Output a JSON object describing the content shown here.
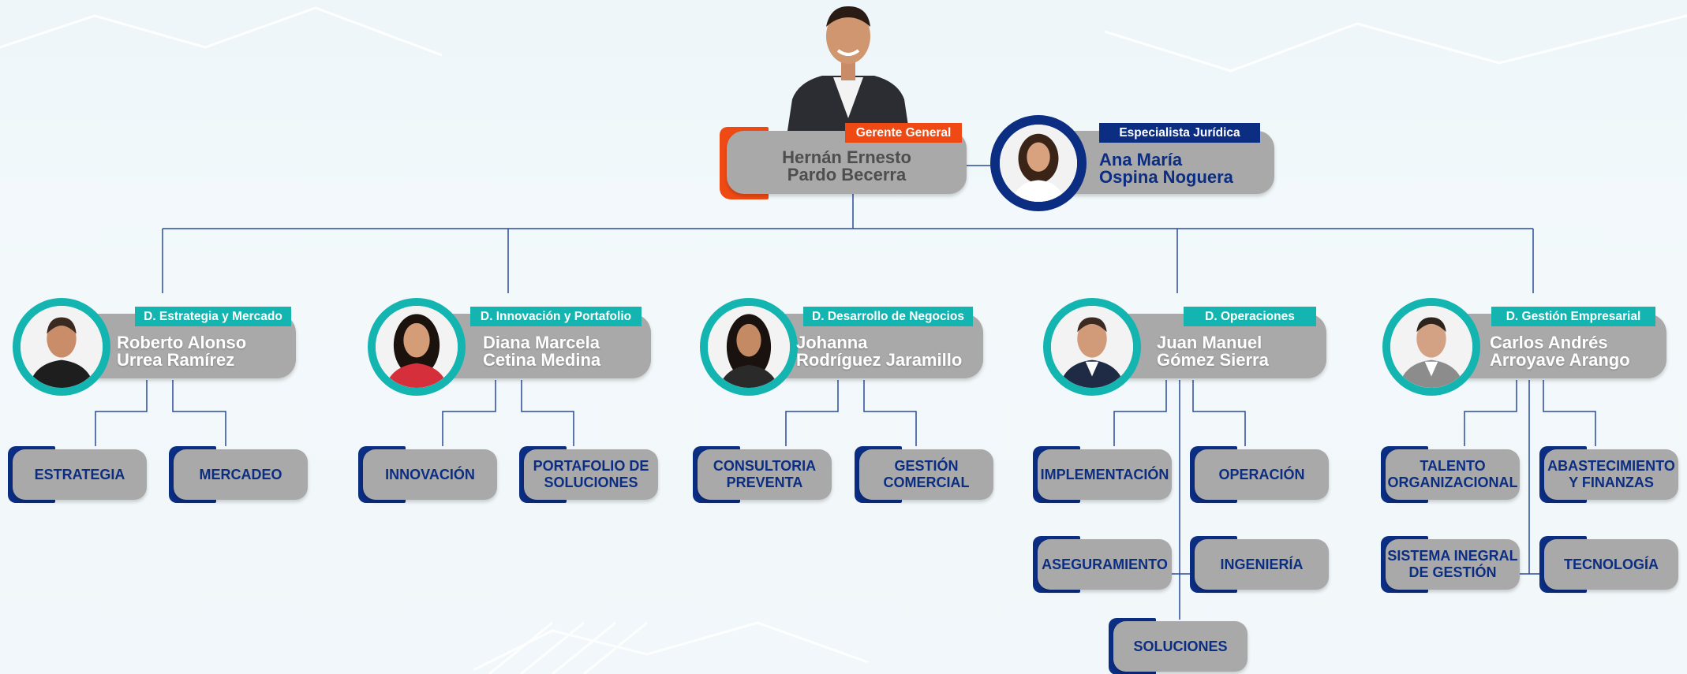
{
  "colors": {
    "navy": "#0b2d82",
    "teal": "#14b5b1",
    "orange": "#f04a14",
    "pill": "#a9a9a9",
    "background": "#f1f7fa"
  },
  "top": {
    "gm": {
      "role": "Gerente General",
      "name_l1": "Hernán Ernesto",
      "name_l2": "Pardo Becerra"
    },
    "legal": {
      "role": "Especialista Jurídica",
      "name_l1": "Ana María",
      "name_l2": "Ospina Noguera"
    }
  },
  "directors": [
    {
      "role": "D. Estrategia y Mercado",
      "name_l1": "Roberto Alonso",
      "name_l2": "Urrea Ramírez"
    },
    {
      "role": "D. Innovación y Portafolio",
      "name_l1": "Diana Marcela",
      "name_l2": "Cetina Medina"
    },
    {
      "role": "D. Desarrollo de Negocios",
      "name_l1": "Johanna",
      "name_l2": "Rodríguez Jaramillo"
    },
    {
      "role": "D. Operaciones",
      "name_l1": "Juan Manuel",
      "name_l2": "Gómez Sierra"
    },
    {
      "role": "D. Gestión Empresarial",
      "name_l1": "Carlos Andrés",
      "name_l2": "Arroyave Arango"
    }
  ],
  "units": {
    "estrategia": {
      "l1": "ESTRATEGIA",
      "l2": ""
    },
    "mercadeo": {
      "l1": "MERCADEO",
      "l2": ""
    },
    "innovacion": {
      "l1": "INNOVACIÓN",
      "l2": ""
    },
    "portafolio": {
      "l1": "PORTAFOLIO DE",
      "l2": "SOLUCIONES"
    },
    "consultoria": {
      "l1": "CONSULTORIA",
      "l2": "PREVENTA"
    },
    "gestion_comercial": {
      "l1": "GESTIÓN",
      "l2": "COMERCIAL"
    },
    "implementacion": {
      "l1": "IMPLEMENTACIÓN",
      "l2": ""
    },
    "operacion": {
      "l1": "OPERACIÓN",
      "l2": ""
    },
    "aseguramiento": {
      "l1": "ASEGURAMIENTO",
      "l2": ""
    },
    "ingenieria": {
      "l1": "INGENIERÍA",
      "l2": ""
    },
    "soluciones": {
      "l1": "SOLUCIONES",
      "l2": ""
    },
    "talento": {
      "l1": "TALENTO",
      "l2": "ORGANIZACIONAL"
    },
    "abastecimiento": {
      "l1": "ABASTECIMIENTO",
      "l2": "Y FINANZAS"
    },
    "sistema": {
      "l1": "SISTEMA INEGRAL",
      "l2": "DE GESTIÓN"
    },
    "tecnologia": {
      "l1": "TECNOLOGÍA",
      "l2": ""
    }
  }
}
